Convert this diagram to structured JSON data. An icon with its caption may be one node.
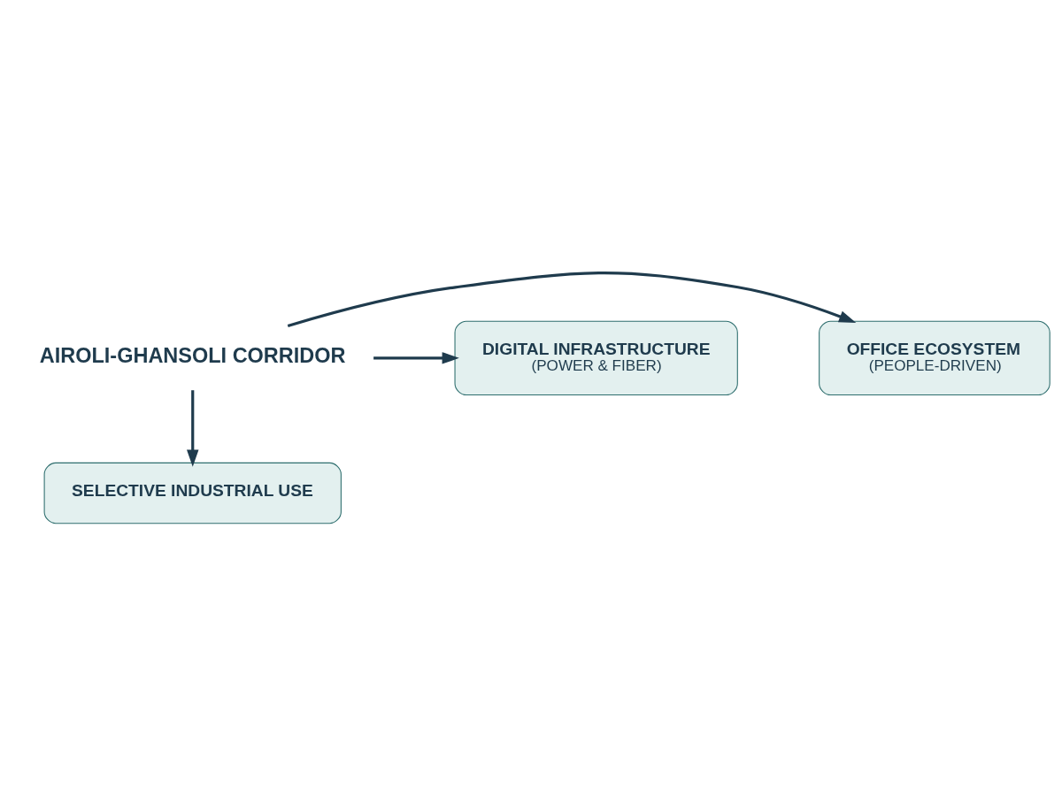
{
  "diagram": {
    "nodes": [
      {
        "text": [
          "AIROLI-GHANSOLI CORRIDOR"
        ]
      },
      {
        "text": [
          "OFFICE ECOSYSTEM",
          "(PEOPLE-DRIVEN)"
        ]
      },
      {
        "text": [
          "DIGITAL INFRASTRUCTURE",
          "(POWER & FIBER)"
        ]
      },
      {
        "text": [
          "SELECTIVE INDUSTRIAL USE"
        ]
      }
    ],
    "edges": [
      {
        "from": 0,
        "to": 1,
        "arrow": "to"
      },
      {
        "from": 0,
        "to": 2,
        "arrow": "to"
      },
      {
        "from": 0,
        "to": 3,
        "arrow": "to"
      }
    ]
  }
}
